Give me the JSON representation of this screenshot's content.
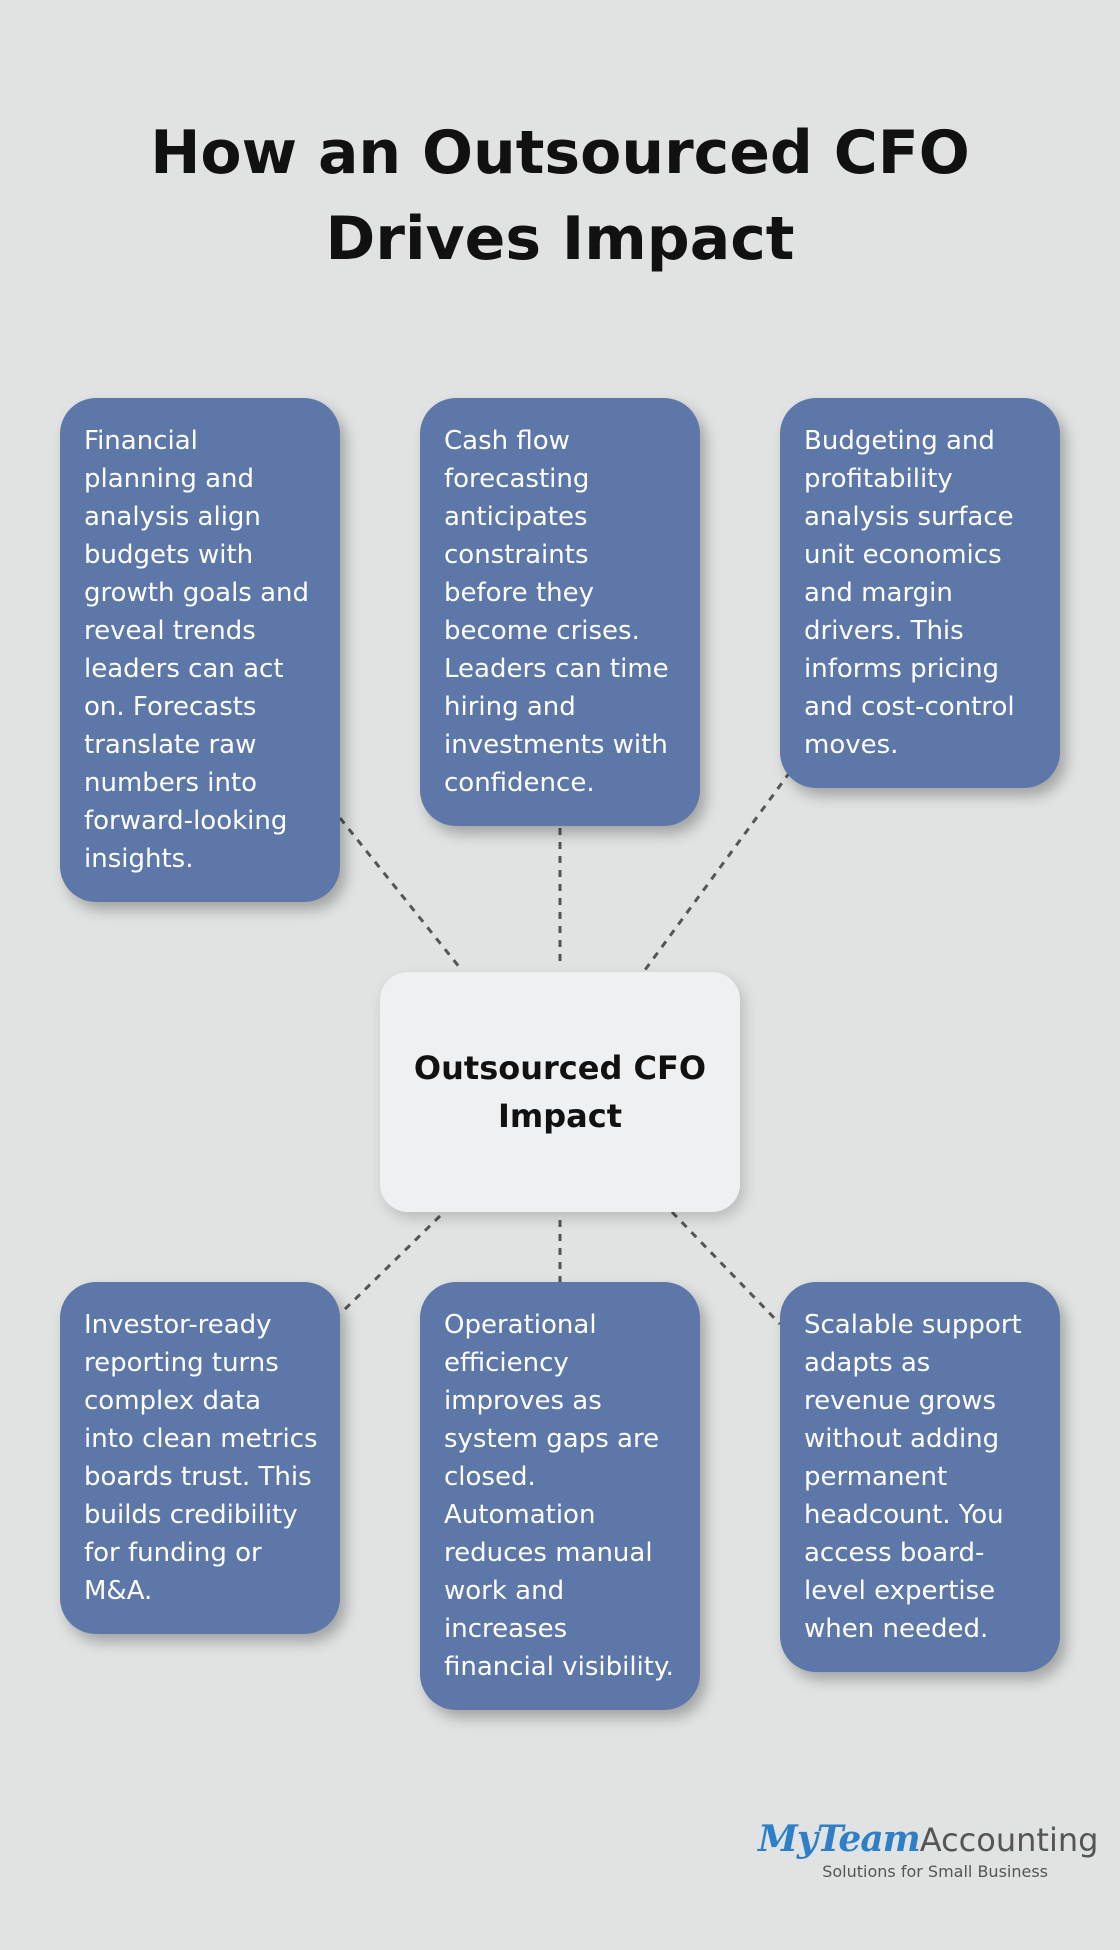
{
  "title": "How an Outsourced CFO Drives Impact",
  "center": {
    "label": "Outsourced CFO Impact"
  },
  "cards": [
    {
      "text": "Financial planning and analysis align budgets with growth goals and reveal trends leaders can act on. Forecasts translate raw numbers into forward-looking insights."
    },
    {
      "text": "Cash flow forecasting anticipates constraints before they become crises. Leaders can time hiring and investments with confidence."
    },
    {
      "text": "Budgeting and profitability analysis surface unit economics and margin drivers. This informs pricing and cost-control moves."
    },
    {
      "text": "Investor-ready reporting turns complex data into clean metrics boards trust. This builds credibility for funding or M&A."
    },
    {
      "text": "Operational efficiency improves as system gaps are closed. Automation reduces manual work and increases financial visibility."
    },
    {
      "text": "Scalable support adapts as revenue grows without adding permanent headcount. You access board-level expertise when needed."
    }
  ],
  "logo": {
    "brand_part1": "MyTeam",
    "brand_part2": "Accounting",
    "tagline": "Solutions for Small Business"
  },
  "colors": {
    "background": "#e1e3e3",
    "card": "#5d77a8",
    "center_box": "#eff0f2",
    "connector": "#555555",
    "logo_blue": "#2d7fc8"
  }
}
